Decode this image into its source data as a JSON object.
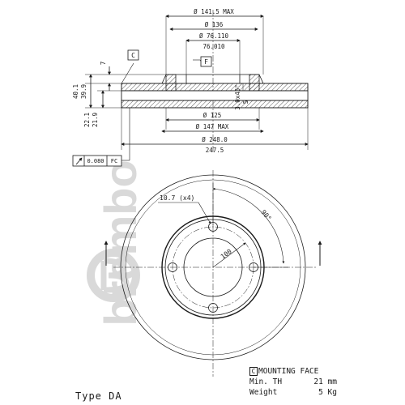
{
  "watermark": {
    "brand": "brembo",
    "color": "#d9d9d9"
  },
  "section_view": {
    "dims_top": [
      "Ø 141.5 MAX",
      "Ø 136",
      "Ø 76.110",
      "76.010"
    ],
    "dims_bottom": [
      "Ø 125",
      "Ø 147 MAX",
      "Ø 248.0",
      "247.5"
    ],
    "dims_left": [
      "40.1",
      "39.9",
      "22.1",
      "21.9",
      "7"
    ],
    "dims_right": [
      "3.0x45°",
      "5"
    ],
    "datum_c": "C",
    "datum_f": "F",
    "tolerance": {
      "value": "0.080",
      "ref": "FC"
    }
  },
  "front_view": {
    "hole_label": "10.7 (x4)",
    "pcd_label": "100",
    "angle_label": "90°"
  },
  "specs": {
    "mounting_face_box": "C",
    "mounting_face_label": "MOUNTING FACE",
    "min_th_label": "Min. TH",
    "min_th_value": "21 mm",
    "weight_label": "Weight",
    "weight_value": "5 Kg"
  },
  "type_label": "Type DA"
}
